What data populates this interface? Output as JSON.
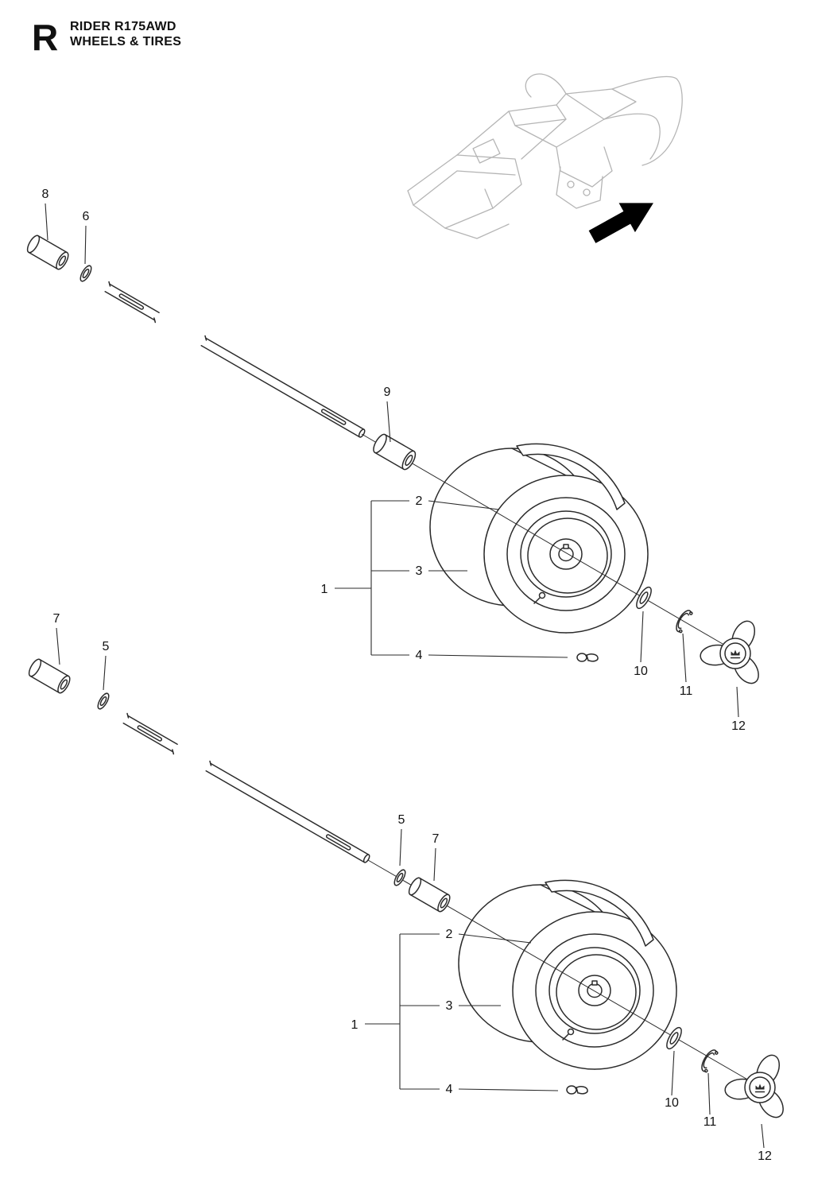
{
  "header": {
    "letter": "R",
    "model": "RIDER R175AWD",
    "section": "WHEELS & TIRES"
  },
  "callouts_top": {
    "c1": "1",
    "c2": "2",
    "c3": "3",
    "c4": "4",
    "c6": "6",
    "c8": "8",
    "c9": "9",
    "c10": "10",
    "c11": "11",
    "c12": "12"
  },
  "callouts_bottom": {
    "c1": "1",
    "c2": "2",
    "c3": "3",
    "c4": "4",
    "c5": "5",
    "c7": "7",
    "c5_axle": "5",
    "c7_axle": "7",
    "c10": "10",
    "c11": "11",
    "c12": "12"
  },
  "colors": {
    "ink": "#2b2b2b",
    "sketch_gray": "#b5b5b5",
    "arrow_black": "#000000",
    "background": "#ffffff"
  }
}
